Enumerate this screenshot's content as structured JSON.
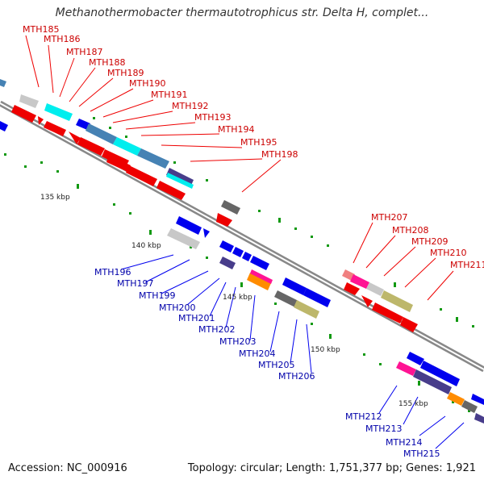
{
  "title": "Methanothermobacter thermautotrophicus str. Delta H, complet...",
  "footer": {
    "accession": "Accession: NC_000916",
    "topology": "Topology: circular; Length: 1,751,377 bp; Genes: 1,921"
  },
  "scale_labels": [
    "135 kbp",
    "140 kbp",
    "145 kbp",
    "150 kbp",
    "155 kbp"
  ],
  "colors": {
    "forward": "#ee0000",
    "reverse": "#0000ee",
    "forward_label": "#cc0000",
    "reverse_label": "#0000aa",
    "backbone": "#888888",
    "tick": "#008800",
    "cog_steelblue": "#4682b4",
    "cog_cyan": "#00eeee",
    "cog_gray": "#c8c8c8",
    "cog_darkgray": "#666666",
    "cog_slateblue": "#483d8b",
    "cog_khaki": "#bdb76b",
    "cog_pink": "#ff1493",
    "cog_orange": "#ff8c00"
  },
  "forward_genes": [
    "MTH185",
    "MTH186",
    "MTH187",
    "MTH188",
    "MTH189",
    "MTH190",
    "MTH191",
    "MTH192",
    "MTH193",
    "MTH194",
    "MTH195",
    "MTH198",
    "MTH207",
    "MTH208",
    "MTH209",
    "MTH210",
    "MTH211"
  ],
  "reverse_genes": [
    "MTH196",
    "MTH197",
    "MTH199",
    "MTH200",
    "MTH201",
    "MTH202",
    "MTH203",
    "MTH204",
    "MTH205",
    "MTH206",
    "MTH212",
    "MTH213",
    "MTH214",
    "MTH215"
  ]
}
